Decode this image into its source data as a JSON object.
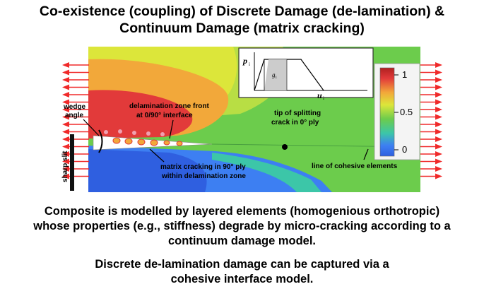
{
  "title": {
    "line1": "Co-existence (coupling) of Discrete Damage (de-lamination) &",
    "line2": "Continuum Damage (matrix cracking)"
  },
  "figure": {
    "labels": {
      "wedge1": "wedge",
      "wedge2": "angle",
      "delam1": "delamination zone front",
      "delam2": "at 0/90° interface",
      "tip1": "tip of splitting",
      "tip2": "crack in 0° ply",
      "slit": "sharp slit",
      "matrix1": "matrix cracking in 90° ply",
      "matrix2": "within delamination zone",
      "cohesive": "line of cohesive elements"
    },
    "inset": {
      "y_label": "p",
      "y_sub": "i",
      "x_label": "u",
      "x_sub": "i",
      "area_label": "g",
      "area_sub": "i"
    },
    "colorbar": {
      "ticks": [
        "1",
        "0.5",
        "0"
      ]
    },
    "colors": {
      "blue": "#3d7ff2",
      "green": "#6ccc4c",
      "yellow": "#dce63a",
      "orange": "#f2a83a",
      "red": "#e23a3a",
      "arrow": "#f02a2a"
    }
  },
  "caption": {
    "p1_line1": "Composite is modelled by layered elements (homogenious orthotropic)",
    "p1_line2": "whose properties (e.g., stiffness) degrade by micro-cracking according to a",
    "p1_line3": "continuum damage model.",
    "p2_line1": "Discrete de-lamination damage can be captured via a",
    "p2_line2": "cohesive interface model."
  }
}
